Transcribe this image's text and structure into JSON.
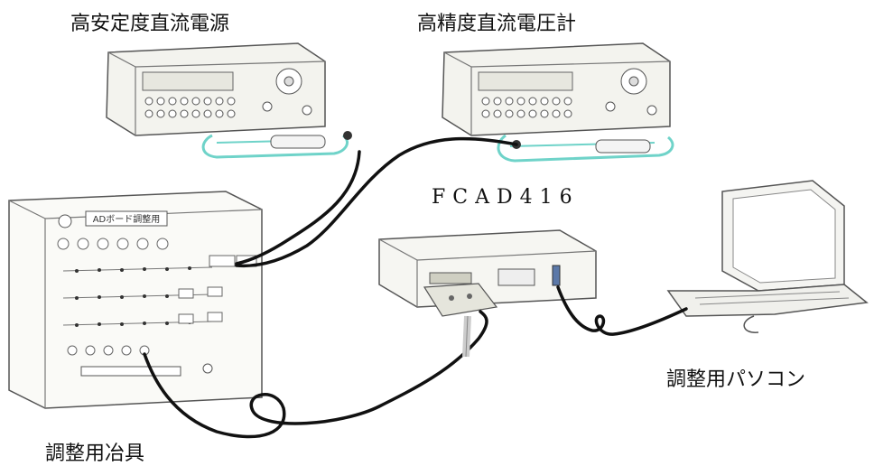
{
  "labels": {
    "power_supply": "高安定度直流電源",
    "voltmeter": "高精度直流電圧計",
    "device": "FCAD416",
    "pc": "調整用パソコン",
    "jig": "調整用冶具"
  },
  "jig_panel": {
    "title": "ADボード調整用"
  },
  "colors": {
    "cable": "#111111",
    "probe_cable": "#6fd3c9",
    "instrument_body": "#f3f3ee",
    "outline": "#555555"
  }
}
